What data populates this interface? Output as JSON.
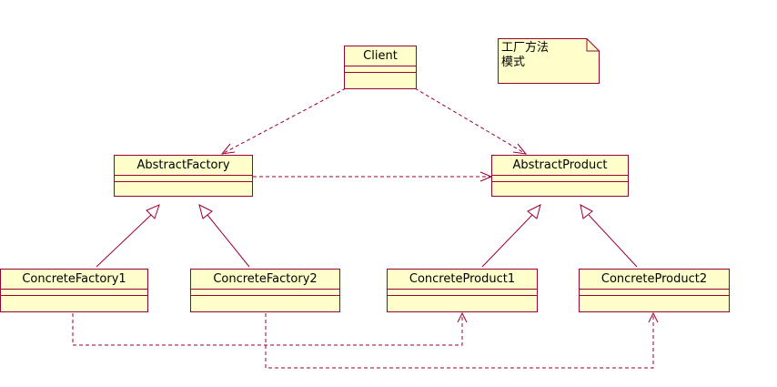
{
  "diagram": {
    "classes": {
      "client": "Client",
      "abstract_factory": "AbstractFactory",
      "abstract_product": "AbstractProduct",
      "concrete_factory_1": "ConcreteFactory1",
      "concrete_factory_2": "ConcreteFactory2",
      "concrete_product_1": "ConcreteProduct1",
      "concrete_product_2": "ConcreteProduct2"
    },
    "note": {
      "line1": "工厂方法",
      "line2": "模式"
    }
  },
  "colors": {
    "class_fill": "#ffffcc",
    "class_border": "#990033",
    "edge": "#990033"
  }
}
